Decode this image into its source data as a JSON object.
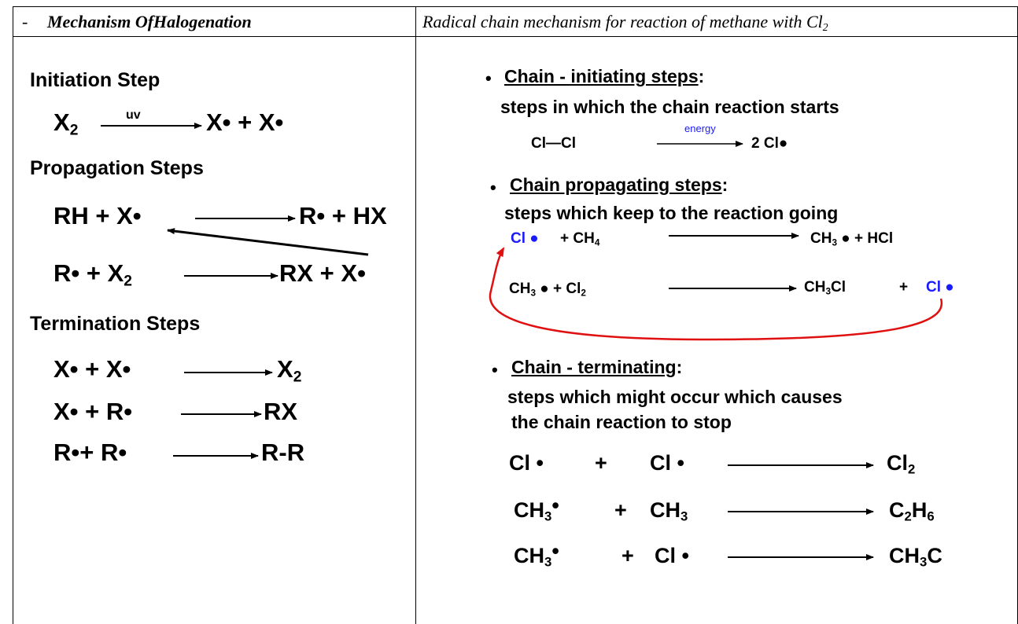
{
  "header": {
    "left_dash": "-",
    "left_title": "Mechanism OfHalogenation",
    "right_title": "Radical chain mechanism for reaction of methane with Cl",
    "right_title_sub": "2"
  },
  "left": {
    "initiation_heading": "Initiation Step",
    "init_eq_reactant": "X",
    "init_eq_reactant_sub": "2",
    "init_eq_arrow_label": "uv",
    "init_eq_products": "X• + X•",
    "propagation_heading": "Propagation Steps",
    "prop1_left": "RH + X•",
    "prop1_right": "R• + HX",
    "prop2_left": "R• + X",
    "prop2_left_sub": "2",
    "prop2_right": "RX + X•",
    "termination_heading": "Termination Steps",
    "term1_left": "X• + X•",
    "term1_right": "X",
    "term1_right_sub": "2",
    "term2_left": "X• + R•",
    "term2_right": "RX",
    "term3_left": "R•+ R•",
    "term3_right": "R-R"
  },
  "right": {
    "bullet": "•",
    "initiating_title": "Chain - initiating steps",
    "colon": ":",
    "initiating_desc": "steps in which the chain reaction starts",
    "init_eq_left": "Cl—Cl",
    "init_eq_arrow_label": "energy",
    "init_eq_right": "2 Cl●",
    "propagating_title": "Chain propagating steps",
    "propagating_desc": "steps which keep to the reaction going",
    "p1_cl": "Cl ●",
    "p1_plus_ch": "+  CH",
    "p1_ch4_sub": "4",
    "p1_right_ch": "CH",
    "p1_right_sub": "3",
    "p1_right_rest": " ●  +   HCl",
    "p2_left_ch": "CH",
    "p2_left_sub": "3",
    "p2_left_rest": " ●  +   Cl",
    "p2_cl2_sub": "2",
    "p2_right": "CH3Cl   +",
    "p2_right_ch": "CH",
    "p2_right_sub": "3",
    "p2_right_cl": "Cl",
    "p2_right_plus": "+",
    "p2_cl_radical": "Cl ●",
    "terminating_title": "Chain - terminating",
    "terminating_desc1": "steps which might occur which causes",
    "terminating_desc2": "the chain reaction to stop",
    "t1_a": "Cl •",
    "t1_plus": "+",
    "t1_b": "Cl •",
    "t1_prod": "Cl",
    "t1_prod_sub": "2",
    "t2_a": "CH",
    "t2_a_sub": "3",
    "t2_a_dot": "•",
    "t2_plus": "+",
    "t2_b": "CH",
    "t2_b_sub": "3",
    "t2_prod_c": "C",
    "t2_prod_c_sub": "2",
    "t2_prod_h": "H",
    "t2_prod_h_sub": "6",
    "t3_a": "CH",
    "t3_a_sub": "3",
    "t3_a_dot": "•",
    "t3_plus": "+",
    "t3_b": "Cl •",
    "t3_prod": "CH",
    "t3_prod_sub": "3",
    "t3_prod_rest": "C"
  },
  "colors": {
    "text": "#000000",
    "radical_blue": "#1a1aff",
    "arrow_red": "#e01010"
  }
}
